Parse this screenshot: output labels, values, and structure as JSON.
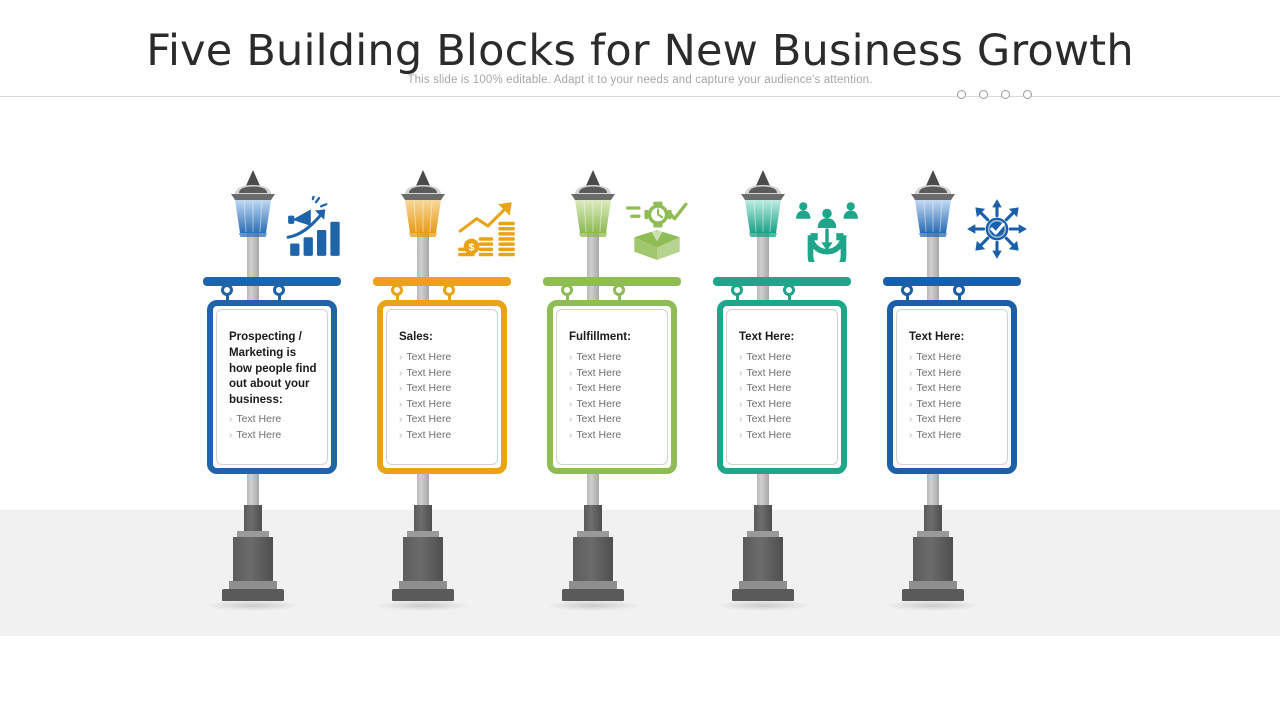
{
  "header": {
    "title": "Five Building Blocks for New Business Growth",
    "subtitle": "This slide is 100% editable. Adapt it to your needs and capture your audience's attention.",
    "dots": [
      "dot-1",
      "dot-2",
      "dot-3",
      "dot-4"
    ]
  },
  "colors": {
    "blue": "#1F64A8",
    "orange": "#E8A317",
    "green": "#8FBC55",
    "teal": "#1FA58A",
    "darkblue": "#1B5FA8",
    "ground": "#F1F1F1",
    "divider": "#D9D9D9",
    "subtitle": "#A6A6A6",
    "bullet_text": "#6F6F6F"
  },
  "blocks": [
    {
      "id": "block-1",
      "color": "#1F64A8",
      "lamp_top": "#BFD8F2",
      "lamp_bottom": "#2D6FB8",
      "icon": "megaphone-growth-chart-icon",
      "heading": "Prospecting / Marketing is how people find out about your business:",
      "bullets": [
        "Text Here",
        "Text Here"
      ]
    },
    {
      "id": "block-2",
      "color": "#E8A317",
      "lamp_top": "#F7D89A",
      "lamp_bottom": "#E79B18",
      "icon": "coins-growth-arrow-icon",
      "heading": "Sales:",
      "bullets": [
        "Text Here",
        "Text Here",
        "Text Here",
        "Text Here",
        "Text Here",
        "Text Here"
      ]
    },
    {
      "id": "block-3",
      "color": "#8FBC55",
      "lamp_top": "#DCEBBF",
      "lamp_bottom": "#8CB94F",
      "icon": "open-box-clock-check-icon",
      "heading": "Fulfillment:",
      "bullets": [
        "Text Here",
        "Text Here",
        "Text Here",
        "Text Here",
        "Text Here",
        "Text Here"
      ]
    },
    {
      "id": "block-4",
      "color": "#1FA58A",
      "lamp_top": "#BDEDE2",
      "lamp_bottom": "#1AA083",
      "icon": "magnet-attract-people-icon",
      "heading": "Text Here:",
      "bullets": [
        "Text Here",
        "Text Here",
        "Text Here",
        "Text Here",
        "Text Here",
        "Text Here"
      ]
    },
    {
      "id": "block-5",
      "color": "#1B5FA8",
      "lamp_top": "#C3DAF3",
      "lamp_bottom": "#2A6AB4",
      "icon": "check-circle-radiating-arrows-icon",
      "heading": "Text Here:",
      "bullets": [
        "Text Here",
        "Text Here",
        "Text Here",
        "Text Here",
        "Text Here",
        "Text Here"
      ]
    }
  ]
}
